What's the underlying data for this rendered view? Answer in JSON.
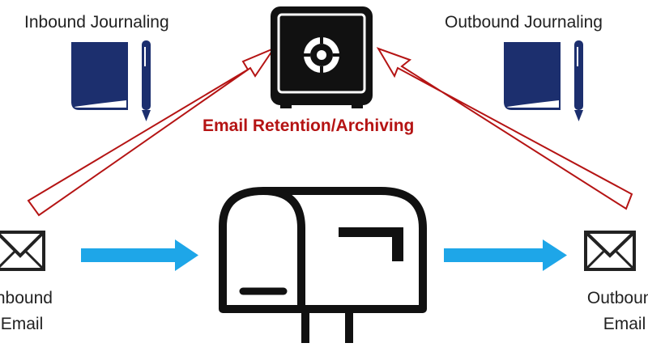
{
  "labels": {
    "inbound_journaling": "Inbound Journaling",
    "outbound_journaling": "Outbound Journaling",
    "archiving": "Email Retention/Archiving",
    "inbound_email_line1": "Inbound",
    "inbound_email_line2": "Email",
    "outbound_email_line1": "Outbound",
    "outbound_email_line2": "Email"
  },
  "icons": {
    "vault": "safe-icon",
    "mailbox": "mailbox-icon",
    "journal": "journal-pen-icon",
    "envelope": "envelope-icon"
  },
  "colors": {
    "journal_blue": "#1c2f6e",
    "archive_red": "#b51414",
    "flow_blue": "#1ea6e8",
    "ink": "#111111"
  }
}
